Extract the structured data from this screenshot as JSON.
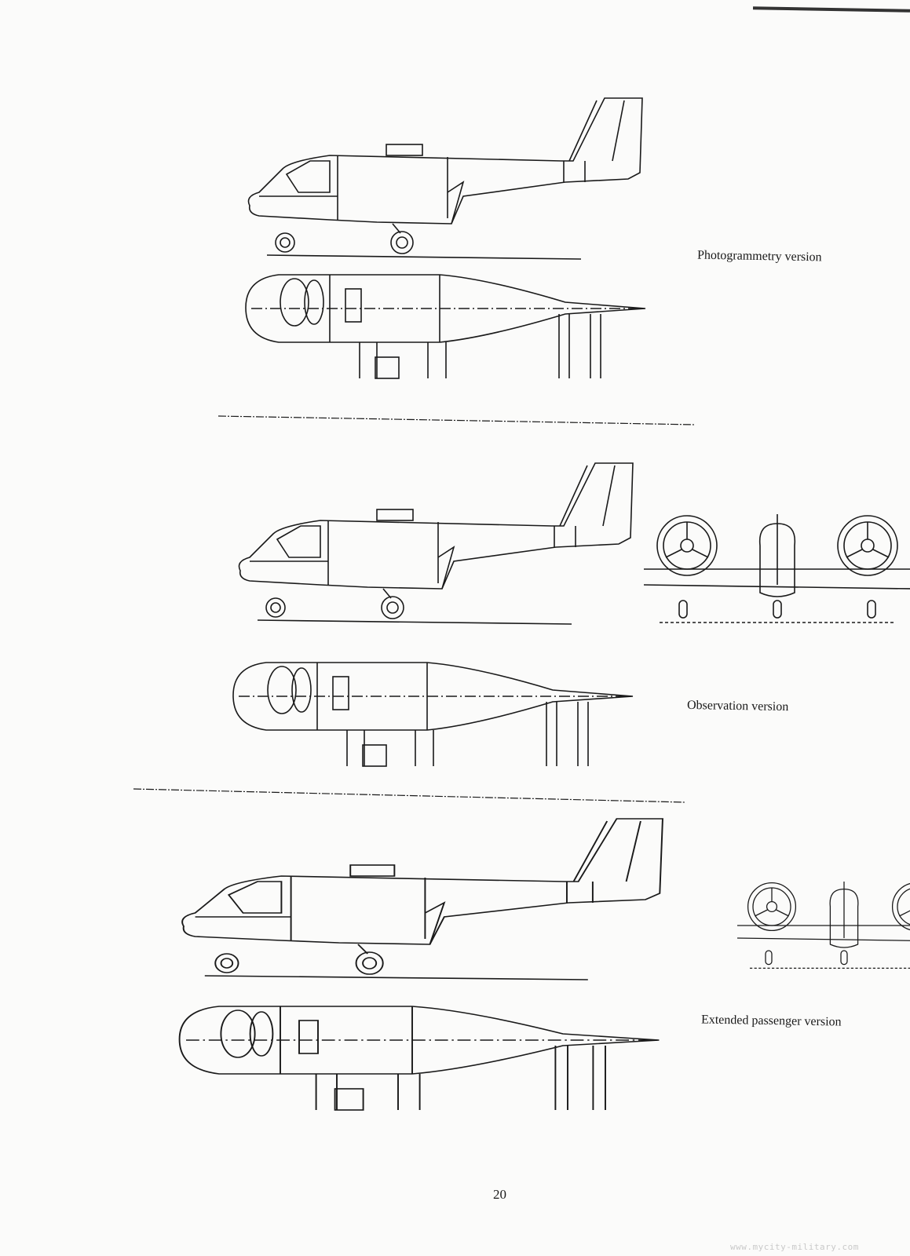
{
  "captions": {
    "photogrammetry": "Photogrammetry version",
    "observation": "Observation version",
    "extended_passenger": "Extended passenger version"
  },
  "page_number": "20",
  "watermark": "www.mycity-military.com"
}
